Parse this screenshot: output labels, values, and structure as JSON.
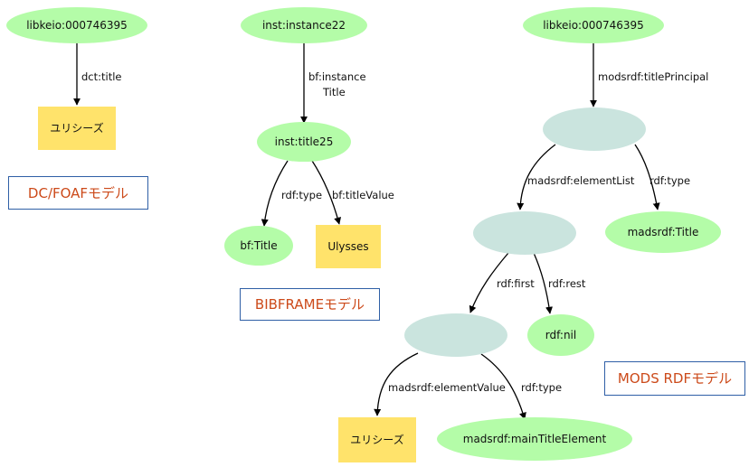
{
  "colors": {
    "resource": "#b4fca8",
    "blank": "#cae4de",
    "literal": "#ffe36b",
    "caption_text": "#cc4a1a",
    "caption_border": "#2f5fa6",
    "edge": "#000000"
  },
  "dc_model": {
    "subject": "libkeio:000746395",
    "predicate": "dct:title",
    "title_literal": "ユリシーズ",
    "caption": "DC/FOAFモデル"
  },
  "bibframe_model": {
    "instance": "inst:instance22",
    "instance_title_line1": "bf:instance",
    "instance_title_line2": "Title",
    "title_node": "inst:title25",
    "type_predicate": "rdf:type",
    "title_value_predicate": "bf:titleValue",
    "type_class": "bf:Title",
    "title_literal": "Ulysses",
    "caption": "BIBFRAMEモデル"
  },
  "mods_model": {
    "subject": "libkeio:000746395",
    "title_principal_predicate": "modsrdf:titlePrincipal",
    "element_list_predicate": "madsrdf:elementList",
    "type_predicate_1": "rdf:type",
    "title_class": "madsrdf:Title",
    "first_predicate": "rdf:first",
    "rest_predicate": "rdf:rest",
    "nil_node": "rdf:nil",
    "element_value_predicate": "madsrdf:elementValue",
    "type_predicate_2": "rdf:type",
    "title_literal": "ユリシーズ",
    "main_title_element": "madsrdf:mainTitleElement",
    "caption": "MODS RDFモデル"
  }
}
